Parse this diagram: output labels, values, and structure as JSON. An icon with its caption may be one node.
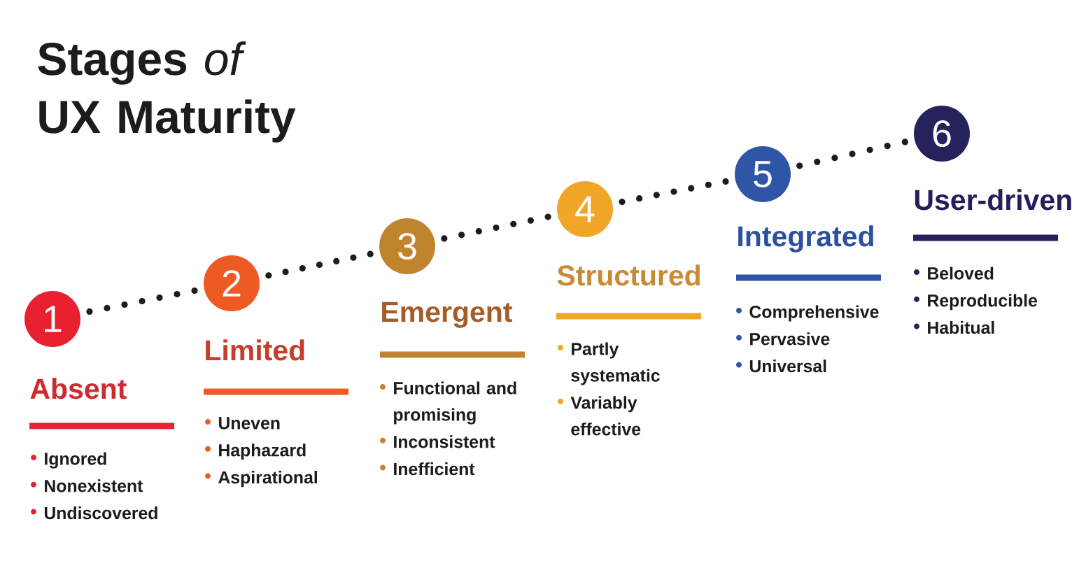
{
  "diagram": {
    "title": "Stages *of* UX Maturity",
    "nodes": [
      {
        "text": [
          "1"
        ],
        "beside": [
          "Absent",
          "Ignored",
          "Nonexistent",
          "Undiscovered"
        ]
      },
      {
        "text": [
          "2"
        ],
        "beside": [
          "Limited",
          "Uneven",
          "Haphazard",
          "Aspirational"
        ]
      },
      {
        "text": [
          "3"
        ],
        "beside": [
          "Emergent",
          "Functional and promising",
          "Inconsistent",
          "Inefficient"
        ]
      },
      {
        "text": [
          "4"
        ],
        "beside": [
          "Structured",
          "Partly systematic",
          "Variably effective"
        ]
      },
      {
        "text": [
          "5"
        ],
        "beside": [
          "Integrated",
          "Comprehensive",
          "Pervasive",
          "Universal"
        ]
      },
      {
        "text": [
          "6"
        ],
        "beside": [
          "User-driven",
          "Beloved",
          "Reproducible",
          "Habitual"
        ]
      }
    ],
    "edges": [
      {
        "from": 0,
        "to": 1,
        "arrow": "none"
      },
      {
        "from": 1,
        "to": 2,
        "arrow": "none"
      },
      {
        "from": 2,
        "to": 3,
        "arrow": "none"
      },
      {
        "from": 3,
        "to": 4,
        "arrow": "none"
      },
      {
        "from": 4,
        "to": 5,
        "arrow": "none"
      }
    ]
  }
}
